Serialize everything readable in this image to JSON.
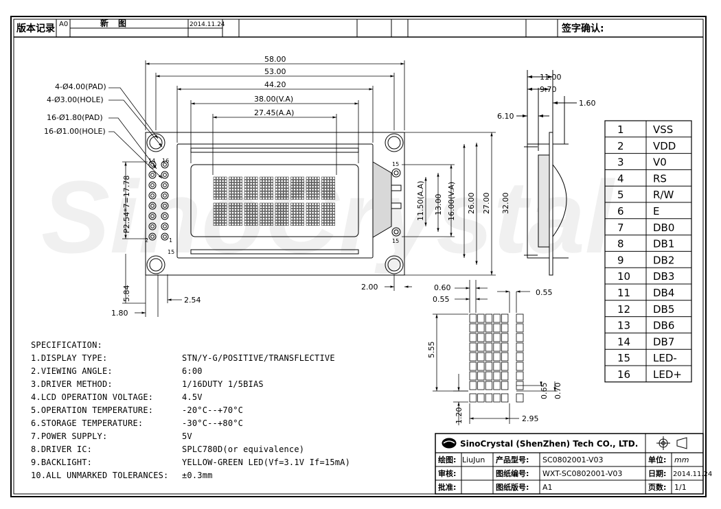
{
  "revision_header": {
    "title": "版本记录",
    "cells": [
      "A0",
      "新",
      "图",
      "2014.11.24"
    ],
    "sign_label": "签字确认:"
  },
  "watermark": "SinoCrystal",
  "front_view": {
    "dims": {
      "width_58": "58.00",
      "width_53": "53.00",
      "width_44": "44.20",
      "va_width": "38.00(V.A)",
      "aa_width": "27.45(A.A)",
      "height_32": "32.00",
      "height_27": "27.00",
      "height_26": "26.00",
      "va_height": "16.00(V.A)",
      "height_13": "13.00",
      "aa_height": "11.50(A.A)",
      "pin_pitch": "P2.54*7=17.78",
      "dim_584": "5.84",
      "dim_254": "2.54",
      "dim_180": "1.80",
      "dim_200": "2.00"
    },
    "callouts": [
      "4-Ø4.00(PAD)",
      "4-Ø3.00(HOLE)",
      "16-Ø1.80(PAD)",
      "16-Ø1.00(HOLE)"
    ],
    "pin_labels": [
      "14",
      "16",
      "2",
      "1",
      "15",
      "15",
      "15"
    ]
  },
  "side_view": {
    "dims": [
      "11.00",
      "9.70",
      "1.60",
      "6.10"
    ]
  },
  "char_detail": {
    "dims": [
      "0.60",
      "0.55",
      "0.55",
      "5.55",
      "0.65",
      "0.70",
      "1.20",
      "2.95"
    ]
  },
  "pin_table": [
    {
      "no": "1",
      "sig": "VSS"
    },
    {
      "no": "2",
      "sig": "VDD"
    },
    {
      "no": "3",
      "sig": "V0"
    },
    {
      "no": "4",
      "sig": "RS"
    },
    {
      "no": "5",
      "sig": "R/W"
    },
    {
      "no": "6",
      "sig": "E"
    },
    {
      "no": "7",
      "sig": "DB0"
    },
    {
      "no": "8",
      "sig": "DB1"
    },
    {
      "no": "9",
      "sig": "DB2"
    },
    {
      "no": "10",
      "sig": "DB3"
    },
    {
      "no": "11",
      "sig": "DB4"
    },
    {
      "no": "12",
      "sig": "DB5"
    },
    {
      "no": "13",
      "sig": "DB6"
    },
    {
      "no": "14",
      "sig": "DB7"
    },
    {
      "no": "15",
      "sig": "LED-"
    },
    {
      "no": "16",
      "sig": "LED+"
    }
  ],
  "specification": {
    "heading": "SPECIFICATION:",
    "rows": [
      {
        "label": "1.DISPLAY TYPE:",
        "value": "STN/Y-G/POSITIVE/TRANSFLECTIVE"
      },
      {
        "label": "2.VIEWING ANGLE:",
        "value": "6:00"
      },
      {
        "label": "3.DRIVER METHOD:",
        "value": "1/16DUTY   1/5BIAS"
      },
      {
        "label": "4.LCD OPERATION VOLTAGE:",
        "value": "4.5V"
      },
      {
        "label": "5.OPERATION TEMPERATURE:",
        "value": "-20°C--+70°C"
      },
      {
        "label": "6.STORAGE TEMPERATURE:",
        "value": "-30°C--+80°C"
      },
      {
        "label": "7.POWER SUPPLY:",
        "value": "5V"
      },
      {
        "label": "8.DRIVER IC:",
        "value": "SPLC780D(or equivalence)"
      },
      {
        "label": "9.BACKLIGHT:",
        "value": "YELLOW-GREEN LED(Vf=3.1V If=15mA)"
      },
      {
        "label": "10.ALL UNMARKED TOLERANCES:",
        "value": "±0.3mm"
      }
    ]
  },
  "title_block": {
    "company": "SinoCrystal (ShenZhen) Tech CO., LTD.",
    "drawn_label": "绘图:",
    "drawn_value": "LiuJun",
    "model_label": "产品型号:",
    "model_value": "SC0802001-V03",
    "unit_label": "单位:",
    "unit_value": "mm",
    "review_label": "审核:",
    "drawing_no_label": "图纸编号:",
    "drawing_no_value": "WXT-SC0802001-V03",
    "date_label": "日期:",
    "date_value": "2014.11.24",
    "approve_label": "批准:",
    "rev_label": "图纸版号:",
    "rev_value": "A1",
    "page_label": "页数:",
    "page_value": "1/1"
  }
}
